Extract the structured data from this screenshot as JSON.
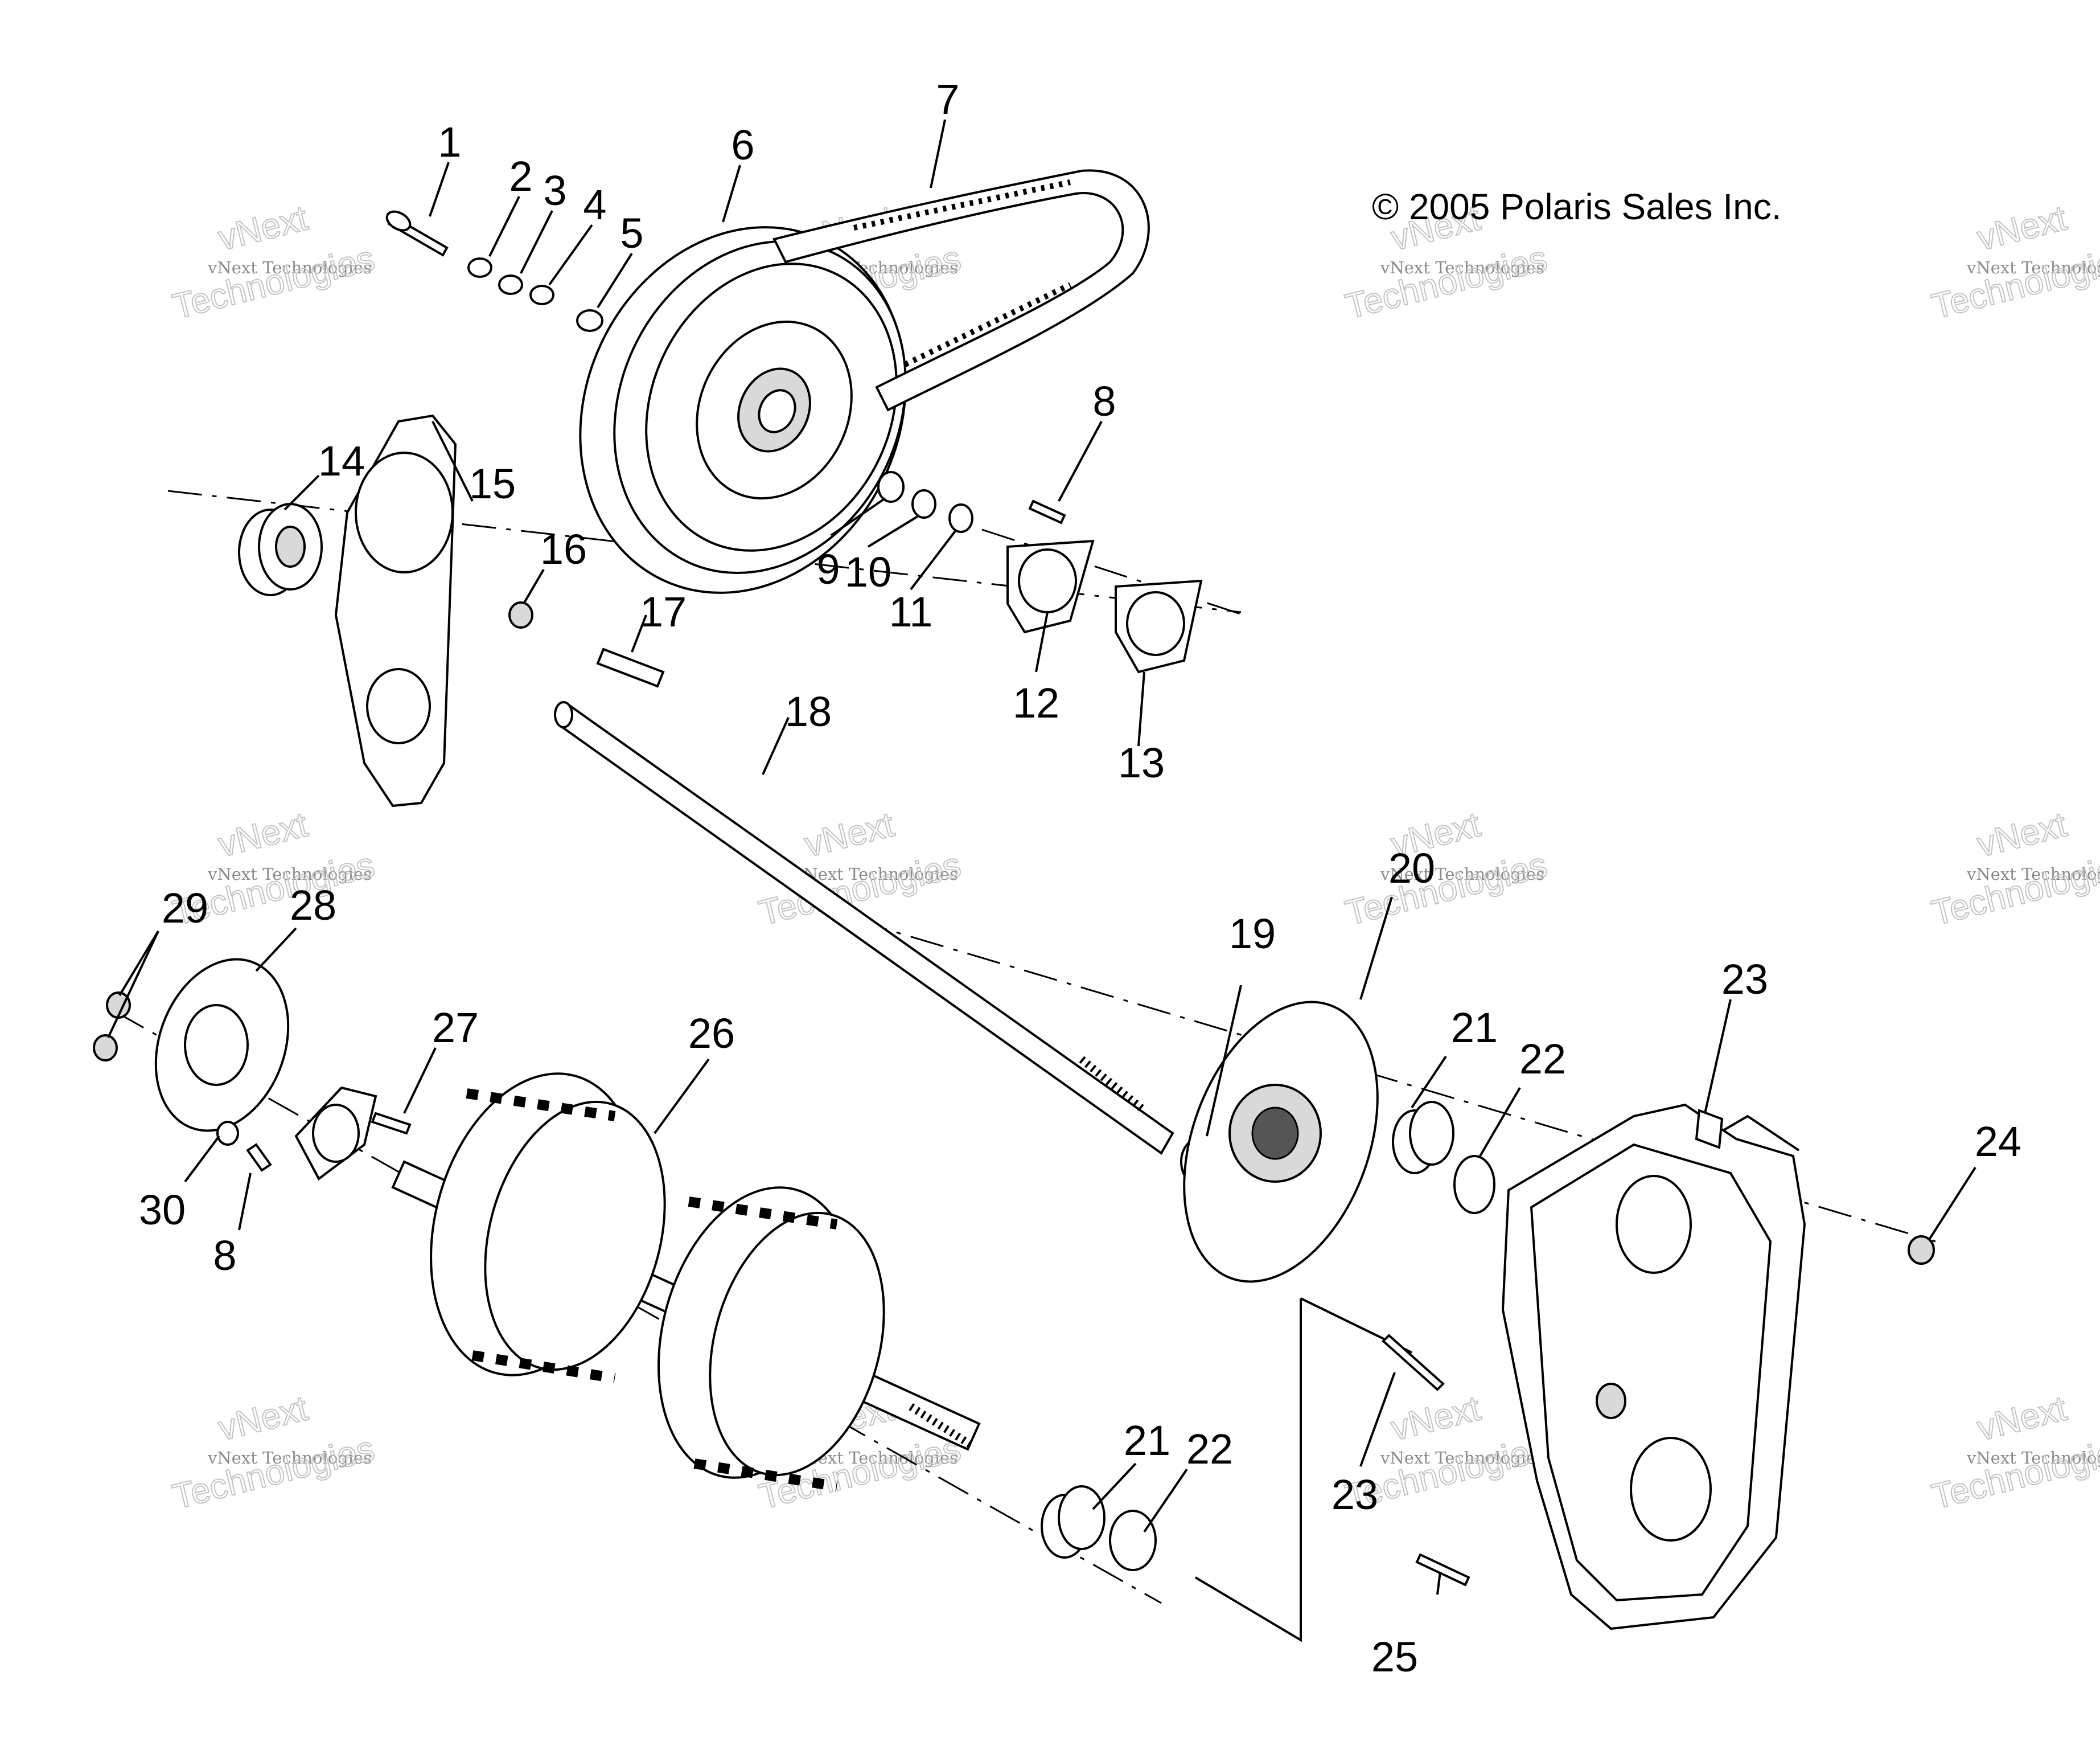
{
  "copyright": "© 2005 Polaris Sales Inc.",
  "watermark": {
    "line_small": "vNext Technologies",
    "line_big_top": "vNext",
    "line_big_bottom": "Technologies"
  },
  "callouts": {
    "c1": "1",
    "c2": "2",
    "c3": "3",
    "c4": "4",
    "c5": "5",
    "c6": "6",
    "c7": "7",
    "c8a": "8",
    "c8b": "8",
    "c9": "9",
    "c10": "10",
    "c11": "11",
    "c12": "12",
    "c13": "13",
    "c14": "14",
    "c15": "15",
    "c16": "16",
    "c17": "17",
    "c18": "18",
    "c19": "19",
    "c20": "20",
    "c21a": "21",
    "c21b": "21",
    "c22a": "22",
    "c22b": "22",
    "c23a": "23",
    "c23b": "23",
    "c24": "24",
    "c25": "25",
    "c26": "26",
    "c27": "27",
    "c28": "28",
    "c29": "29",
    "c30": "30"
  }
}
